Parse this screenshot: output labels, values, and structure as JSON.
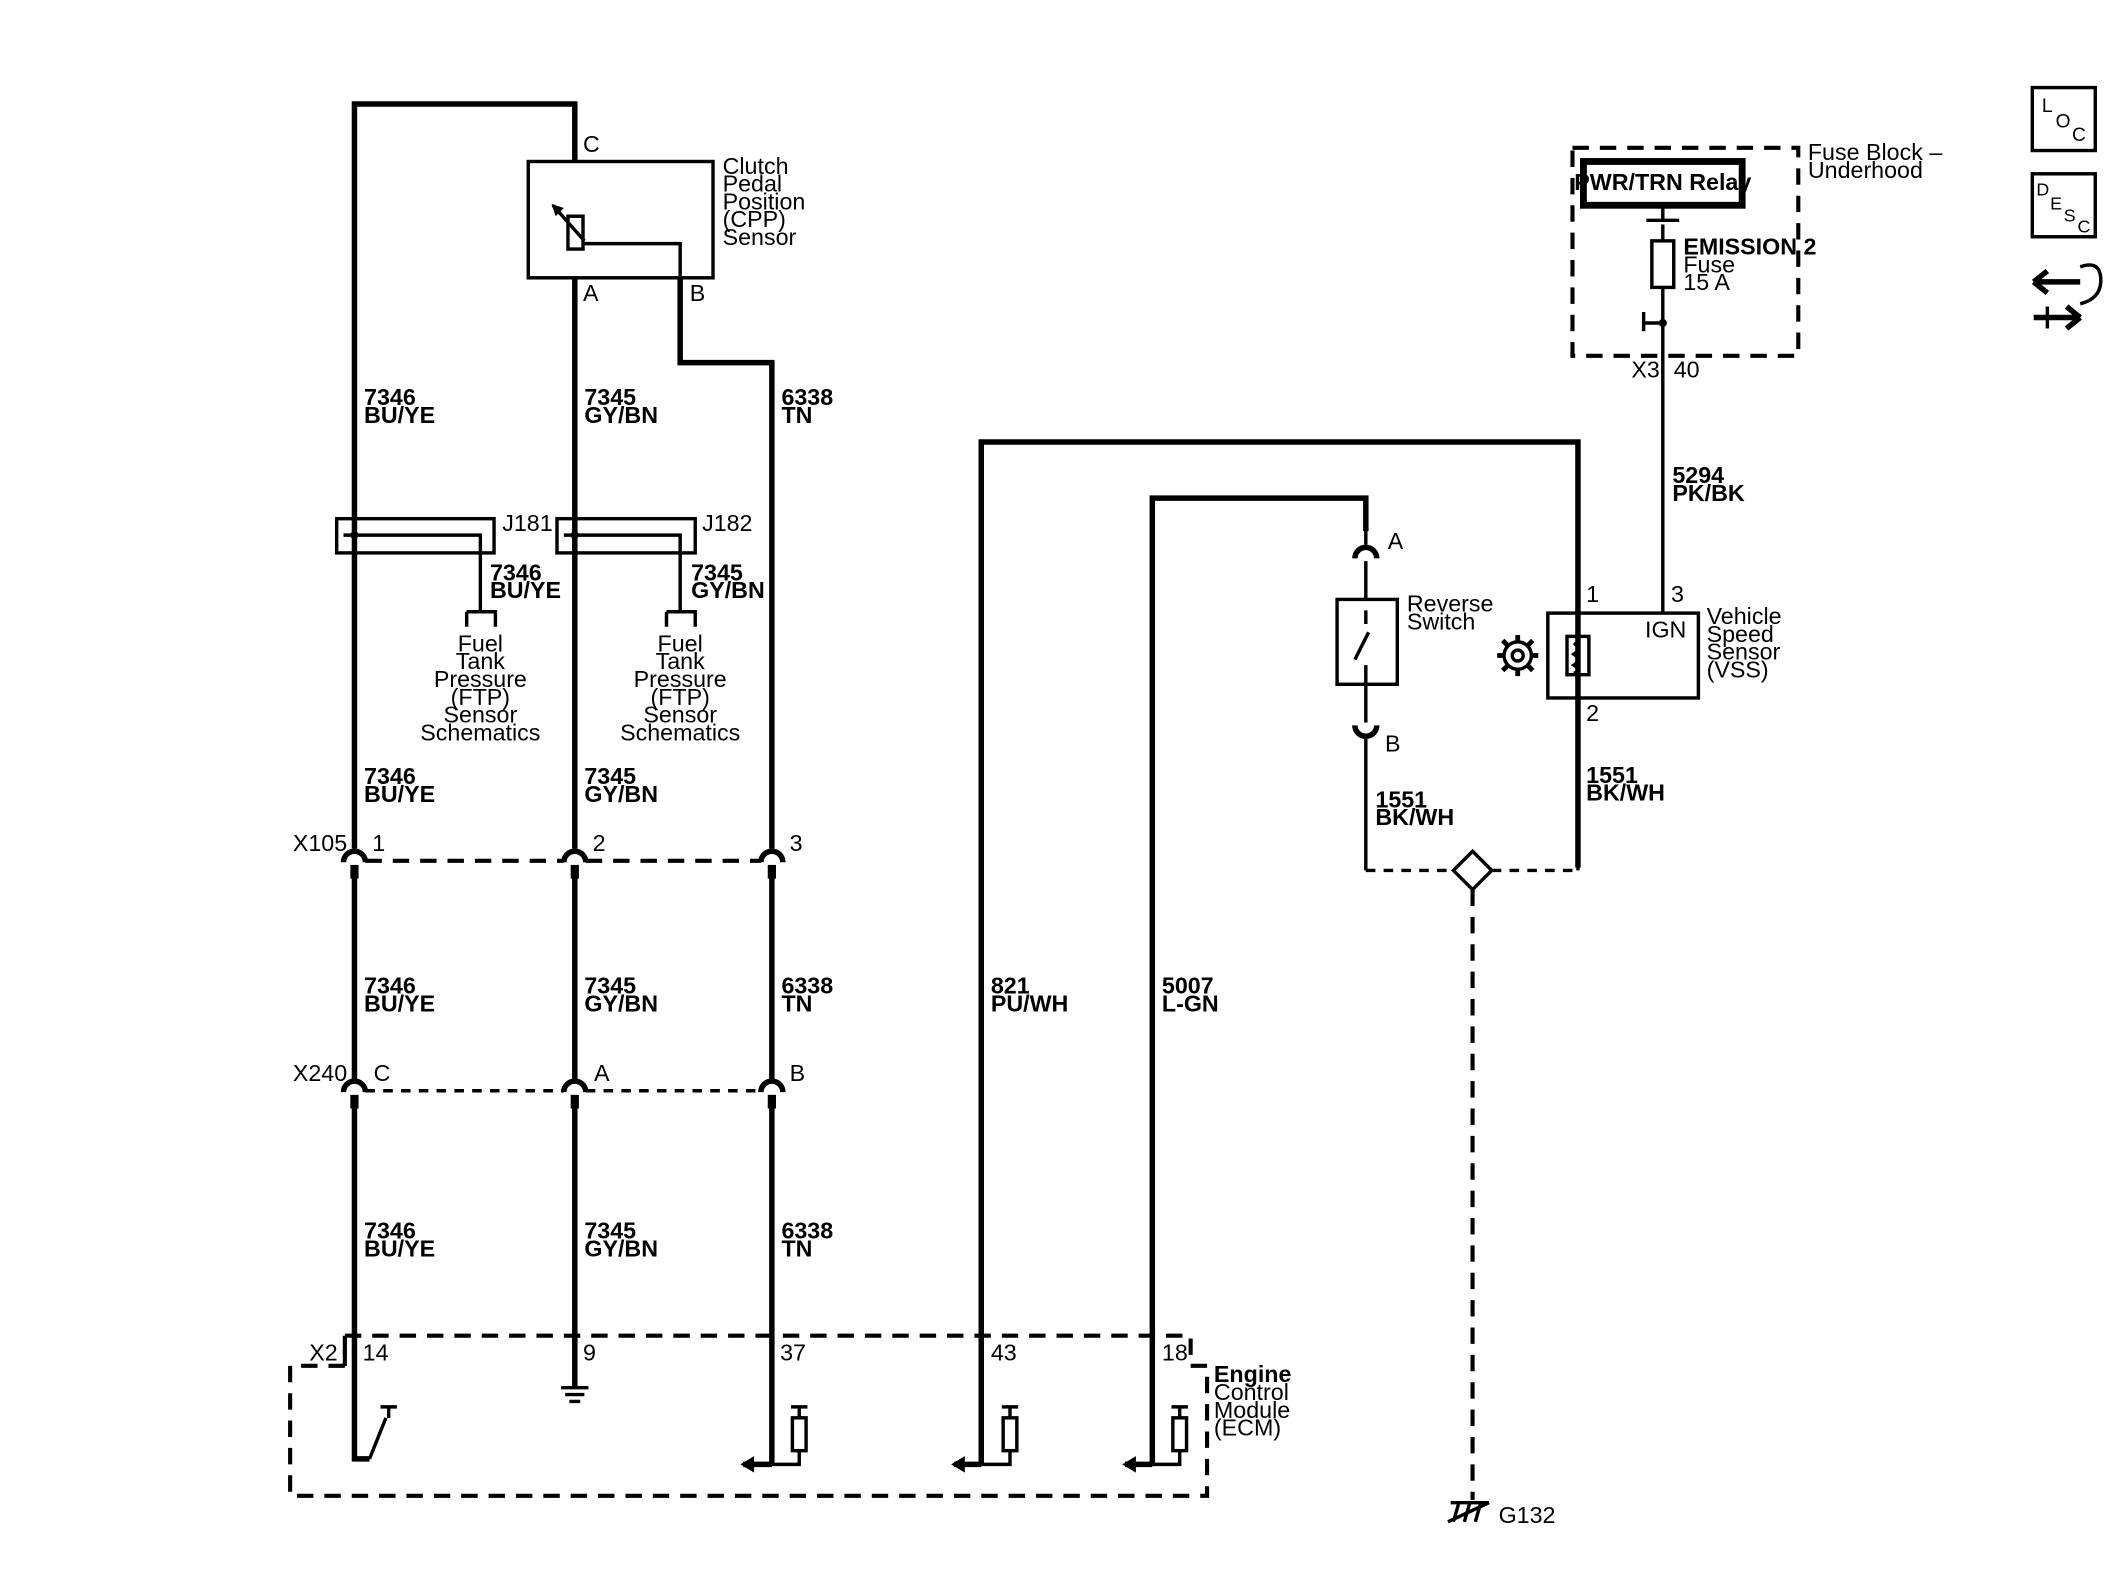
{
  "icons": {
    "loc": [
      "L",
      "O",
      "C"
    ],
    "desc": [
      "D",
      "E",
      "S",
      "C"
    ],
    "nav": "harness-navigation-icon"
  },
  "cpp": {
    "label": [
      "Clutch",
      "Pedal",
      "Position",
      "(CPP)",
      "Sensor"
    ],
    "pin_c": "C",
    "pin_a": "A",
    "pin_b": "B"
  },
  "wires": {
    "w7346": [
      "7346",
      "BU/YE"
    ],
    "w7345": [
      "7345",
      "GY/BN"
    ],
    "w6338": [
      "6338",
      "TN"
    ],
    "w821": [
      "821",
      "PU/WH"
    ],
    "w5007": [
      "5007",
      "L-GN"
    ],
    "w5294": [
      "5294",
      "PK/BK"
    ],
    "w1551": [
      "1551",
      "BK/WH"
    ]
  },
  "splices": {
    "j181": "J181",
    "j182": "J182"
  },
  "ftp": [
    "Fuel",
    "Tank",
    "Pressure",
    "(FTP)",
    "Sensor",
    "Schematics"
  ],
  "x105": {
    "name": "X105",
    "pins": [
      "1",
      "2",
      "3"
    ]
  },
  "x240": {
    "name": "X240",
    "pins": [
      "C",
      "A",
      "B"
    ]
  },
  "ecm": {
    "connector": "X2",
    "pins": [
      "14",
      "9",
      "37",
      "43",
      "18"
    ],
    "label": [
      "Engine",
      "Control",
      "Module",
      "(ECM)"
    ]
  },
  "fuse_block": {
    "label": [
      "Fuse Block –",
      "Underhood"
    ],
    "relay": "PWR/TRN Relay",
    "fuse": [
      "EMISSION 2",
      "Fuse",
      "15 A"
    ],
    "connector": "X3",
    "pin": "40"
  },
  "reverse_switch": {
    "label": [
      "Reverse",
      "Switch"
    ],
    "pin_a": "A",
    "pin_b": "B"
  },
  "vss": {
    "label": [
      "Vehicle",
      "Speed",
      "Sensor",
      "(VSS)"
    ],
    "ign": "IGN",
    "pin1": "1",
    "pin2": "2",
    "pin3": "3"
  },
  "ground": "G132"
}
